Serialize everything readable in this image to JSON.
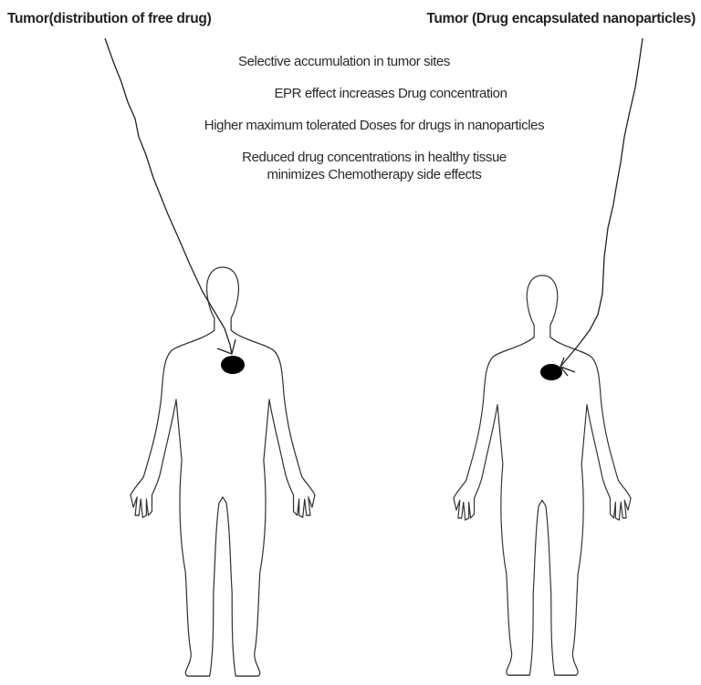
{
  "labels": {
    "left": "Tumor(distribution of free drug)",
    "right": "Tumor (Drug encapsulated nanoparticles)"
  },
  "benefits": [
    "Selective accumulation in tumor sites",
    "EPR effect increases Drug concentration",
    "Higher maximum tolerated Doses for drugs in nanoparticles",
    "Reduced drug concentrations in healthy tissue",
    "minimizes Chemotherapy side effects"
  ]
}
